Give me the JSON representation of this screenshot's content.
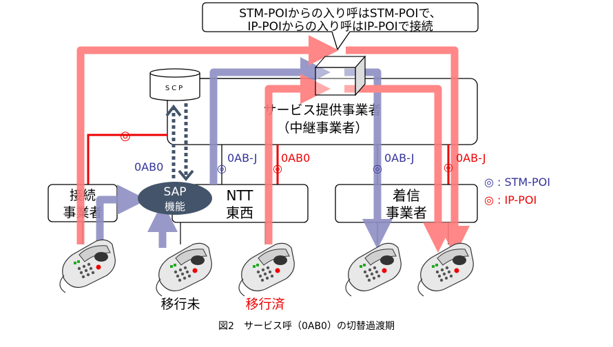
{
  "callout": {
    "line1": "STM-POIからの入り呼はSTM-POIで、",
    "line2": "IP-POIからの入り呼はIP-POIで接続"
  },
  "scp": {
    "label": "SCP"
  },
  "service_provider": {
    "line1": "サービス提供事業者",
    "line2": "（中継事業者）"
  },
  "sap": {
    "line1": "SAP",
    "line2": "機能"
  },
  "connect_carrier": {
    "line1": "接続",
    "line2": "事業者"
  },
  "ntt": {
    "line1": "NTT",
    "line2": "東西"
  },
  "terminating_carrier": {
    "line1": "着信",
    "line2": "事業者"
  },
  "labels": {
    "sap_0ab0": "0AB0",
    "ntt_0abj": "0AB-J",
    "ntt_0ab0": "0AB0",
    "term_0abj_stm": "0AB-J",
    "term_0abj_ip": "0AB-J"
  },
  "legend": {
    "stm_symbol": "◎",
    "stm_text": ": STM-POI",
    "ip_symbol": "◎",
    "ip_text": ": IP-POI"
  },
  "phones": {
    "not_migrated": "移行未",
    "migrated": "移行済"
  },
  "caption": "図2　サービス呼（0AB0）の切替過渡期",
  "colors": {
    "ip_path": "#ff7b7b",
    "stm_path": "#8f8fc4",
    "ip_line": "#ee0000",
    "stm_text": "#333399",
    "sap_fill": "#44546a"
  }
}
